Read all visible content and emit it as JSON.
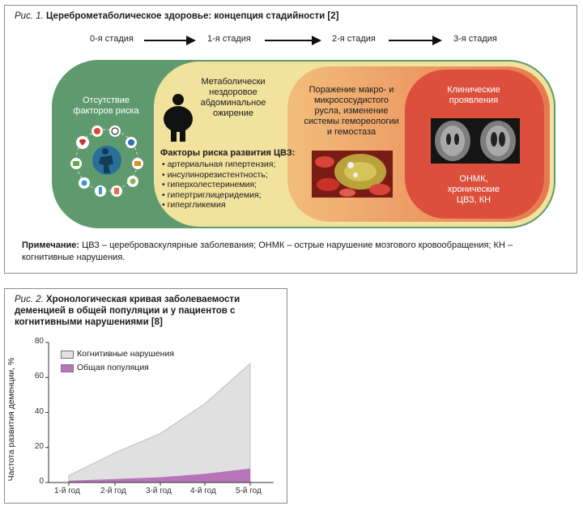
{
  "figure1": {
    "caption_label": "Рис. 1.",
    "caption_title": "Цереброметаболическое здоровье: концепция стадийности [2]",
    "stages": [
      "0-я стадия",
      "1-я стадия",
      "2-я стадия",
      "3-я стадия"
    ],
    "stage0_text": "Отсутствие факторов риска",
    "stage1_text": "Метаболически нездоровое абдоминальное ожирение",
    "stage2_text": "Поражение макро- и микрососудистого русла, изменение системы гемореологии и гемостаза",
    "stage3_title": "Клинические проявления",
    "stage3_outcome": "ОНМК, хронические ЦВЗ, КН",
    "risk_title": "Факторы риска развития ЦВЗ:",
    "risk_factors": [
      "артериальная гипертензия;",
      "инсулинорезистентность;",
      "гиперхолестеринемия;",
      "гипертриглицеридемия;",
      "гипергликемия"
    ],
    "note_label": "Примечание:",
    "note_text": "ЦВЗ – цереброваскулярные заболевания; ОНМК – острые нарушение мозгового кровообращения; КН – когнитивные нарушения."
  },
  "figure2": {
    "caption_label": "Рис. 2.",
    "caption_title": "Хронологическая кривая заболеваемости деменцией в общей популяции и у пациентов с когнитивными нарушениями [8]"
  },
  "chart_data": {
    "type": "area",
    "title": "",
    "xlabel": "",
    "ylabel": "Частота развития деменции, %",
    "categories": [
      "1-й год",
      "2-й год",
      "3-й год",
      "4-й год",
      "5-й год"
    ],
    "series": [
      {
        "name": "Когнитивные нарушения",
        "values": [
          4,
          17,
          28,
          45,
          68
        ],
        "color": "#e0e0e0"
      },
      {
        "name": "Общая популяция",
        "values": [
          1,
          2,
          3,
          5,
          8
        ],
        "color": "#b774b9"
      }
    ],
    "ylim": [
      0,
      80
    ],
    "yticks": [
      0,
      20,
      40,
      60,
      80
    ],
    "grid": false,
    "legend": "top-left"
  }
}
